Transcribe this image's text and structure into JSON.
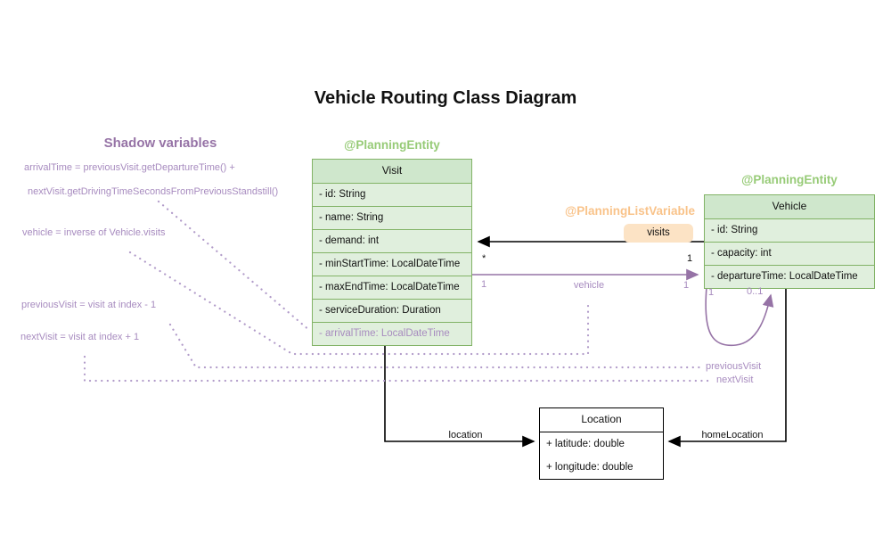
{
  "title": "Vehicle Routing Class Diagram",
  "shadow_panel": {
    "heading": "Shadow variables",
    "notes": [
      "arrivalTime = previousVisit.getDepartureTime() +",
      "nextVisit.getDrivingTimeSecondsFromPreviousStandstill()",
      "vehicle = inverse of Vehicle.visits",
      "previousVisit = visit at index - 1",
      "nextVisit = visit at index + 1"
    ]
  },
  "stereotypes": {
    "visit": "@PlanningEntity",
    "vehicle": "@PlanningEntity",
    "list_variable": "@PlanningListVariable"
  },
  "classes": {
    "visit": {
      "name": "Visit",
      "fields": [
        "- id: String",
        "- name: String",
        "- demand: int",
        "- minStartTime: LocalDateTime",
        "- maxEndTime: LocalDateTime",
        "- serviceDuration: Duration",
        "- arrivalTime: LocalDateTime"
      ]
    },
    "vehicle": {
      "name": "Vehicle",
      "fields": [
        "- id: String",
        "- capacity: int",
        "- departureTime: LocalDateTime"
      ]
    },
    "location": {
      "name": "Location",
      "fields": [
        "+ latitude: double",
        "+ longitude: double"
      ]
    }
  },
  "relations": {
    "visits": {
      "label": "visits",
      "visit_mult": "*",
      "vehicle_mult": "1"
    },
    "vehicle": {
      "label": "vehicle",
      "left_mult": "1",
      "right_mult": "1"
    },
    "self_loop": {
      "source_mult": "1",
      "target_mult": "0..1"
    },
    "previous_visit_label": "previousVisit",
    "next_visit_label": "nextVisit",
    "location_label": "location",
    "home_location_label": "homeLocation"
  },
  "colors": {
    "class_border_green": "#82b366",
    "class_header_green": "#cfe7cc",
    "class_row_green": "#e0efdd",
    "stereotype_green": "#97cb77",
    "purple_line": "#9673a6",
    "purple_text": "#a78bbf",
    "dotted_purple": "#b19bc9",
    "orange_text": "#f9c38a",
    "orange_badge_bg": "#fce3c5"
  }
}
